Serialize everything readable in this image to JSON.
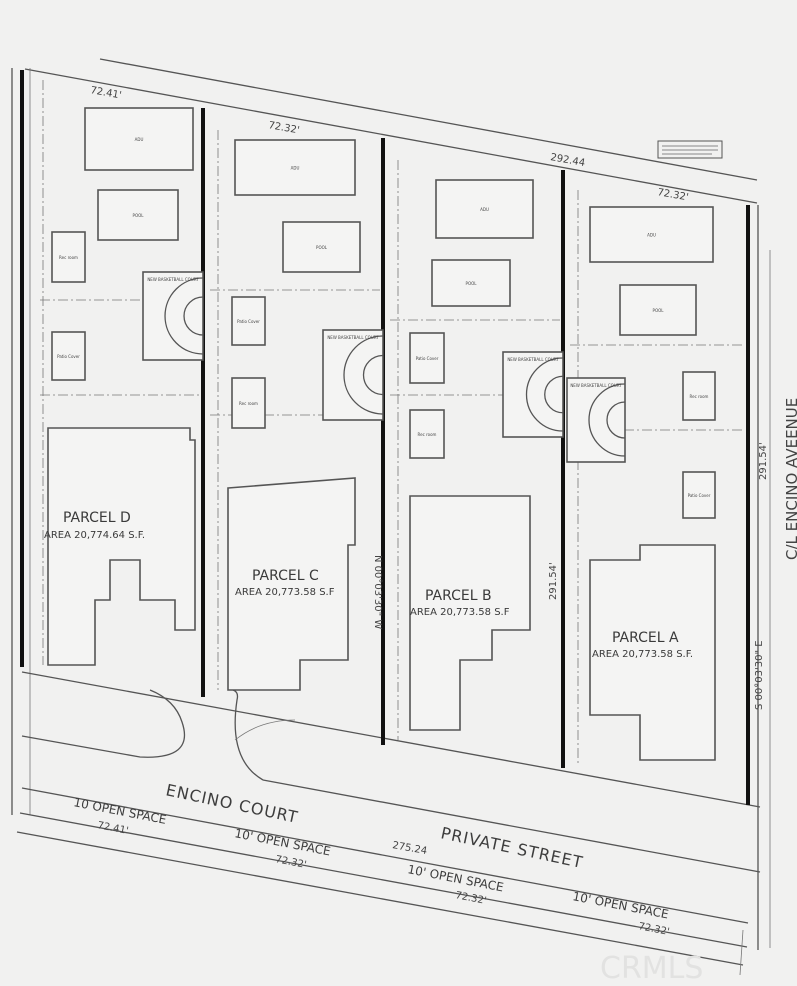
{
  "site_plan": {
    "top_dimensions": {
      "parcel_d_frontage": "72.41'",
      "parcel_c_frontage": "72.32'",
      "total_rear": "292.44",
      "parcel_a_frontage": "72.32'"
    },
    "parcels": [
      {
        "name": "PARCEL D",
        "area": "AREA 20,774.64 S.F."
      },
      {
        "name": "PARCEL C",
        "area": "AREA 20,773.58 S.F"
      },
      {
        "name": "PARCEL B",
        "area": "AREA 20,773.58 S.F"
      },
      {
        "name": "PARCEL A",
        "area": "AREA 20,773.58 S.F."
      }
    ],
    "structure_labels": {
      "adu": "ADU",
      "pool": "POOL",
      "patio": "Patio Cover",
      "rec": "Rec room",
      "court": "NEW BASKETBALL COURT"
    },
    "side_dimensions": {
      "east_line": "291.54'",
      "parcel_b_line": "291.54'",
      "bearing_north": "N 00°03'30\" W",
      "bearing_south": "S 00°03'30\" E"
    },
    "street_east": "C/L ENCINO AVEENUE",
    "court_name": "ENCINO COURT",
    "private_street": "PRIVATE STREET",
    "street_length": "275.24",
    "open_spaces": [
      {
        "label": "10 OPEN SPACE",
        "length": "72.41'"
      },
      {
        "label": "10' OPEN SPACE",
        "length": "72.32'"
      },
      {
        "label": "10' OPEN SPACE",
        "length": "72.32'"
      },
      {
        "label": "10' OPEN SPACE",
        "length": "72.32'"
      }
    ],
    "watermark": "CRMLS"
  }
}
